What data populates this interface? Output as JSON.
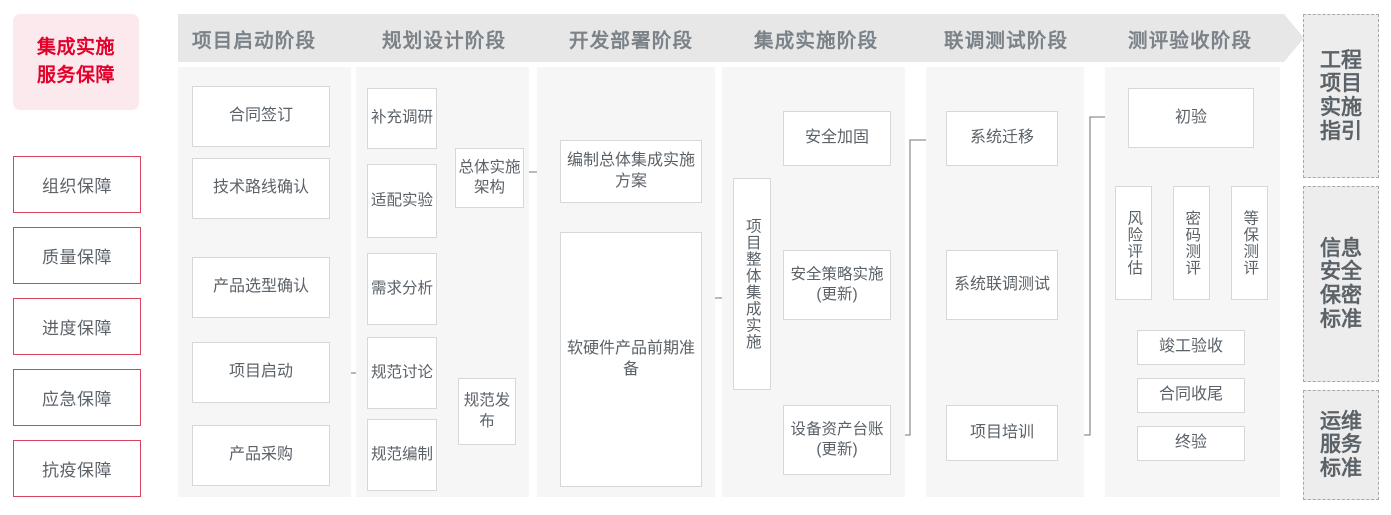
{
  "colors": {
    "accent_red": "#e3002b",
    "hero_bg": "#fce9ed",
    "guarantee_border": "#d9435e",
    "chevron_bg": "#e7e7e7",
    "chevron_text": "#7b8288",
    "column_bg": "#f6f6f6",
    "node_border": "#d5d7d9",
    "node_text": "#5b6268",
    "rail_bg": "#ededed",
    "rail_border": "#a8a8a8",
    "wire": "#8d9296"
  },
  "left_panel": {
    "title_line1": "集成实施",
    "title_line2": "服务保障",
    "items": [
      {
        "label": "组织保障"
      },
      {
        "label": "质量保障"
      },
      {
        "label": "进度保障"
      },
      {
        "label": "应急保障"
      },
      {
        "label": "抗疫保障"
      }
    ]
  },
  "stages": [
    {
      "name": "项目启动阶段"
    },
    {
      "name": "规划设计阶段"
    },
    {
      "name": "开发部署阶段"
    },
    {
      "name": "集成实施阶段"
    },
    {
      "name": "联调测试阶段"
    },
    {
      "name": "测评验收阶段"
    }
  ],
  "nodes": {
    "s1": [
      {
        "label": "合同签订"
      },
      {
        "label": "技术路线确认"
      },
      {
        "label": "产品选型确认"
      },
      {
        "label": "项目启动"
      },
      {
        "label": "产品采购"
      }
    ],
    "s2": [
      {
        "label": "补充调研"
      },
      {
        "label": "适配实验"
      },
      {
        "label": "需求分析"
      },
      {
        "label": "规范讨论"
      },
      {
        "label": "规范编制"
      },
      {
        "label": "总体实施架构"
      },
      {
        "label": "规范发布"
      }
    ],
    "s3": [
      {
        "label": "编制总体集成实施方案"
      },
      {
        "label": "软硬件产品前期准备"
      }
    ],
    "s4": [
      {
        "label": "项目整体集成实施"
      },
      {
        "label": "安全加固"
      },
      {
        "label": "安全策略实施(更新)"
      },
      {
        "label": "设备资产台账(更新)"
      }
    ],
    "s5": [
      {
        "label": "系统迁移"
      },
      {
        "label": "系统联调测试"
      },
      {
        "label": "项目培训"
      }
    ],
    "s6": [
      {
        "label": "初验"
      },
      {
        "label": "风险评估"
      },
      {
        "label": "密码测评"
      },
      {
        "label": "等保测评"
      },
      {
        "label": "竣工验收"
      },
      {
        "label": "合同收尾"
      },
      {
        "label": "终验"
      }
    ]
  },
  "standards_rail": [
    {
      "label": "工程项目实施指引"
    },
    {
      "label": "信息安全保密标准"
    },
    {
      "label": "运维服务标准"
    }
  ]
}
